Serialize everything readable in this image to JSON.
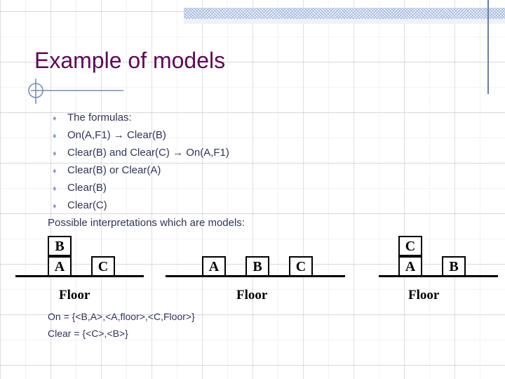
{
  "slide": {
    "title": "Example of models",
    "colors": {
      "title": "#5b0b54",
      "body_text": "#2f3457",
      "bullet": "#8b9ad4",
      "decoration": "#6d7fa5",
      "block_outline": "#000000"
    }
  },
  "bullets": [
    {
      "marker": "♦",
      "text": "The formulas:"
    },
    {
      "marker": "♦",
      "text": "On(A,F1) → Clear(B)"
    },
    {
      "marker": "♦",
      "text": "Clear(B) and Clear(C) → On(A,F1)"
    },
    {
      "marker": "♦",
      "text": "Clear(B) or Clear(A)"
    },
    {
      "marker": "♦",
      "text": "Clear(B)"
    },
    {
      "marker": "♦",
      "text": "Clear(C)"
    }
  ],
  "possible_line": "Possible interpretations which are models:",
  "diagrams": [
    {
      "name": "interpretation-1",
      "floor_label": "Floor",
      "blocks": [
        {
          "label": "B",
          "column": 0,
          "level": 1
        },
        {
          "label": "A",
          "column": 0,
          "level": 0
        },
        {
          "label": "C",
          "column": 1,
          "level": 0
        }
      ]
    },
    {
      "name": "interpretation-2",
      "floor_label": "Floor",
      "blocks": [
        {
          "label": "A",
          "column": 0,
          "level": 0
        },
        {
          "label": "B",
          "column": 1,
          "level": 0
        },
        {
          "label": "C",
          "column": 2,
          "level": 0
        }
      ]
    },
    {
      "name": "interpretation-3",
      "floor_label": "Floor",
      "blocks": [
        {
          "label": "C",
          "column": 0,
          "level": 1
        },
        {
          "label": "A",
          "column": 0,
          "level": 0
        },
        {
          "label": "B",
          "column": 1,
          "level": 0
        }
      ]
    }
  ],
  "sets": {
    "on": "On = {<B,A>,<A,floor>,<C,Floor>}",
    "clear": "Clear = {<C>,<B>}"
  }
}
